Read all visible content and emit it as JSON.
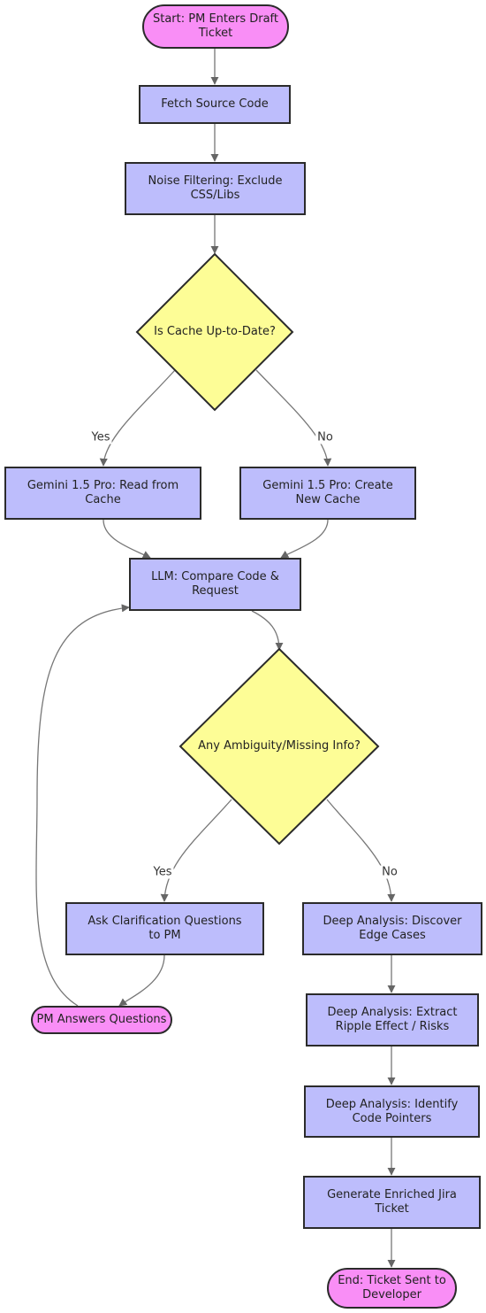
{
  "nodes": {
    "start": "Start: PM Enters Draft\nTicket",
    "fetch": "Fetch Source Code",
    "noise": "Noise Filtering: Exclude\nCSS/Libs",
    "cache_check": "Is Cache Up-to-Date?",
    "read_cache": "Gemini 1.5 Pro: Read from\nCache",
    "create_cache": "Gemini 1.5 Pro: Create\nNew Cache",
    "compare": "LLM: Compare Code &\nRequest",
    "ambiguity": "Any Ambiguity/Missing Info?",
    "ask": "Ask Clarification Questions\nto PM",
    "pm_answers": "PM Answers Questions",
    "edge_cases": "Deep Analysis: Discover\nEdge Cases",
    "ripple": "Deep Analysis: Extract\nRipple Effect / Risks",
    "pointers": "Deep Analysis: Identify\nCode Pointers",
    "generate": "Generate Enriched Jira\nTicket",
    "end": "End: Ticket Sent to\nDeveloper"
  },
  "edge_labels": {
    "cache_yes": "Yes",
    "cache_no": "No",
    "amb_yes": "Yes",
    "amb_no": "No"
  },
  "colors": {
    "process_fill": "#bdbdfc",
    "terminal_fill": "#f98ef6",
    "decision_fill": "#fdfd96",
    "stroke": "#2b2b2b",
    "edge": "#777777"
  }
}
